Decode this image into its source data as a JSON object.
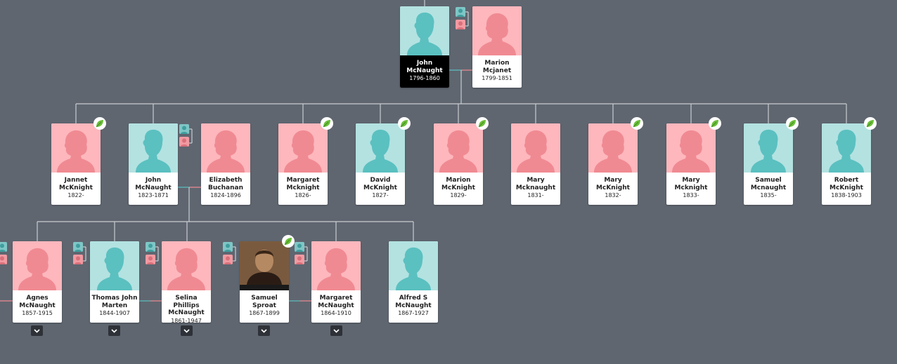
{
  "colors": {
    "background": "#5f6670",
    "male": "#b3e2e1",
    "female": "#fdb7bd",
    "male_line": "#5bc0c0",
    "female_line": "#f08a92"
  },
  "people": [
    {
      "id": "john-sr",
      "name": "John\nMcNaught",
      "years": "1796-1860",
      "gender": "m",
      "selected": true
    },
    {
      "id": "marion-mcjanet",
      "name": "Marion\nMcjanet",
      "years": "1799-1851",
      "gender": "f"
    },
    {
      "id": "jannet",
      "name": "Jannet\nMcKnight",
      "years": "1822-",
      "gender": "f",
      "leaf": true
    },
    {
      "id": "john-jr",
      "name": "John\nMcNaught",
      "years": "1823-1871",
      "gender": "m"
    },
    {
      "id": "elizabeth",
      "name": "Elizabeth\nBuchanan",
      "years": "1824-1896",
      "gender": "f"
    },
    {
      "id": "margaret-1826",
      "name": "Margaret\nMcknight",
      "years": "1826-",
      "gender": "f",
      "leaf": true
    },
    {
      "id": "david",
      "name": "David\nMcKnight",
      "years": "1827-",
      "gender": "m",
      "leaf": true
    },
    {
      "id": "marion-1829",
      "name": "Marion\nMcKnight",
      "years": "1829-",
      "gender": "f",
      "leaf": true
    },
    {
      "id": "mary-1831",
      "name": "Mary\nMcknaught",
      "years": "1831-",
      "gender": "f"
    },
    {
      "id": "mary-1832",
      "name": "Mary\nMcKnight",
      "years": "1832-",
      "gender": "f",
      "leaf": true
    },
    {
      "id": "mary-1833",
      "name": "Mary\nMcknight",
      "years": "1833-",
      "gender": "f",
      "leaf": true
    },
    {
      "id": "samuel-1835",
      "name": "Samuel\nMcnaught",
      "years": "1835-",
      "gender": "m",
      "leaf": true
    },
    {
      "id": "robert",
      "name": "Robert\nMcKnight",
      "years": "1838-1903",
      "gender": "m",
      "leaf": true
    },
    {
      "id": "agnes",
      "name": "Agnes\nMcNaught",
      "years": "1857-1915",
      "gender": "f"
    },
    {
      "id": "thomas",
      "name": "Thomas John\nMarten",
      "years": "1844-1907",
      "gender": "m"
    },
    {
      "id": "selina",
      "name": "Selina Phillips\nMcNaught",
      "years": "1861-1947",
      "gender": "f"
    },
    {
      "id": "samuel-sproat",
      "name": "Samuel\nSproat",
      "years": "1867-1899",
      "gender": "m",
      "photo": true,
      "leaf": true
    },
    {
      "id": "margaret-1864",
      "name": "Margaret\nMcNaught",
      "years": "1864-1910",
      "gender": "f"
    },
    {
      "id": "alfred",
      "name": "Alfred S\nMcNaught",
      "years": "1867-1927",
      "gender": "m"
    }
  ],
  "icons": {
    "leaf": "leaf-icon",
    "parents_male": "parent-male-icon",
    "parents_female": "parent-female-icon",
    "expand": "chevron-down-icon"
  }
}
